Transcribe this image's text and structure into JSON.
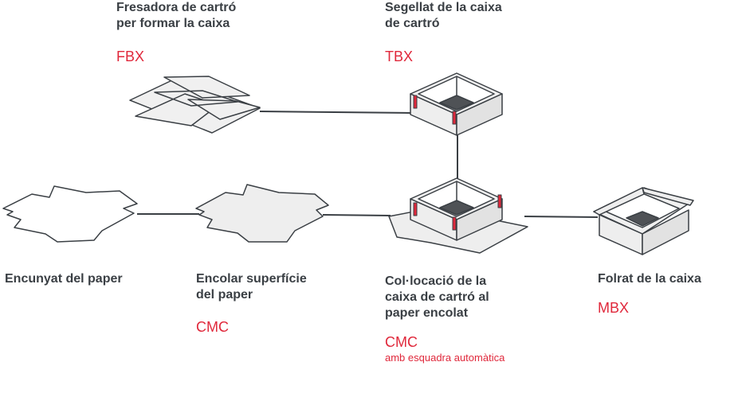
{
  "steps": {
    "fbx": {
      "title_line1": "Fresadora de cartró",
      "title_line2": "per formar la caixa",
      "code": "FBX"
    },
    "tbx": {
      "title_line1": "Segellat de la caixa",
      "title_line2": "de cartró",
      "code": "TBX"
    },
    "encunyat": {
      "title_line1": "Encunyat del paper"
    },
    "encolar": {
      "title_line1": "Encolar superfície",
      "title_line2": "del paper",
      "code": "CMC"
    },
    "collocacio": {
      "title_line1": "Col·locació de la",
      "title_line2": "caixa de cartró al",
      "title_line3": "paper encolat",
      "code": "CMC",
      "note": "amb esquadra automàtica"
    },
    "folrat": {
      "title_line1": "Folrat de la caixa",
      "code": "MBX"
    }
  },
  "colors": {
    "stroke": "#3a3f44",
    "fill": "#eeeeee",
    "inner": "#4f5256",
    "accent": "#e0283b",
    "paper": "#ffffff"
  }
}
